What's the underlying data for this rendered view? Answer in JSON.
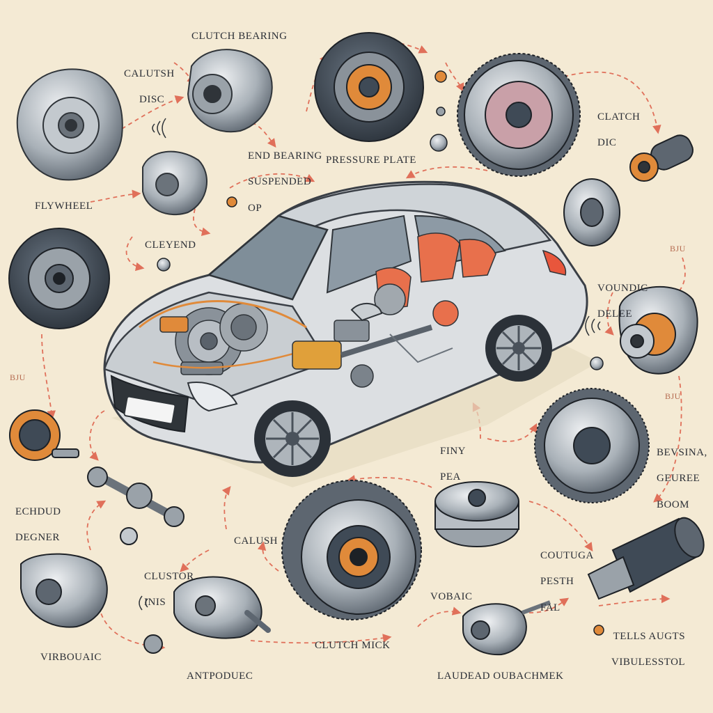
{
  "colors": {
    "background": "#f4ead4",
    "arrow": "#e0705a",
    "metal": "#9aa2a9",
    "dark_metal": "#3f4a56",
    "accent_orange": "#e08a3a",
    "car_body": "#dcdfe2"
  },
  "labels": {
    "clutch_bearing": "CLUTCH BEARING",
    "clutch_disc_top_left": [
      "CALUTSH",
      "DISC"
    ],
    "end_bearing": [
      "END BEARING",
      "SUSPENDED",
      "OP"
    ],
    "pressure_plate": "PRESSURE PLATE",
    "clutch_disc_right": [
      "CLATCH",
      "DIC"
    ],
    "flywheel": "FLYWHEEL",
    "cleyend": "CLEYEND",
    "voundic_delee": [
      "VOUNDIC",
      "DELEE"
    ],
    "small_tag_left": "BJU",
    "small_tag_right_top": "BJU",
    "small_tag_right_mid": "BJU",
    "finy_pea": [
      "FINY",
      "PEA"
    ],
    "bevsina": [
      "BEVSINA,",
      "GEUREE",
      "BOOM"
    ],
    "echdud_degner": [
      "ECHDUD",
      "DEGNER"
    ],
    "calush": "CALUSH",
    "clustor_inis": [
      "CLUSTOR",
      "INIS"
    ],
    "coutuga": [
      "COUTUGA",
      "PESTH",
      "FAL"
    ],
    "vobaic": "VOBAIC",
    "tells_augts": [
      "TELLS AUGTS",
      "VIBULESSTOL"
    ],
    "virbouaic": "VIRBOUAIC",
    "clutch_mick": "CLUTCH MICK",
    "antpoduec": "ANTPODUEC",
    "laudead": "LAUDEAD OUBACHMEK"
  }
}
